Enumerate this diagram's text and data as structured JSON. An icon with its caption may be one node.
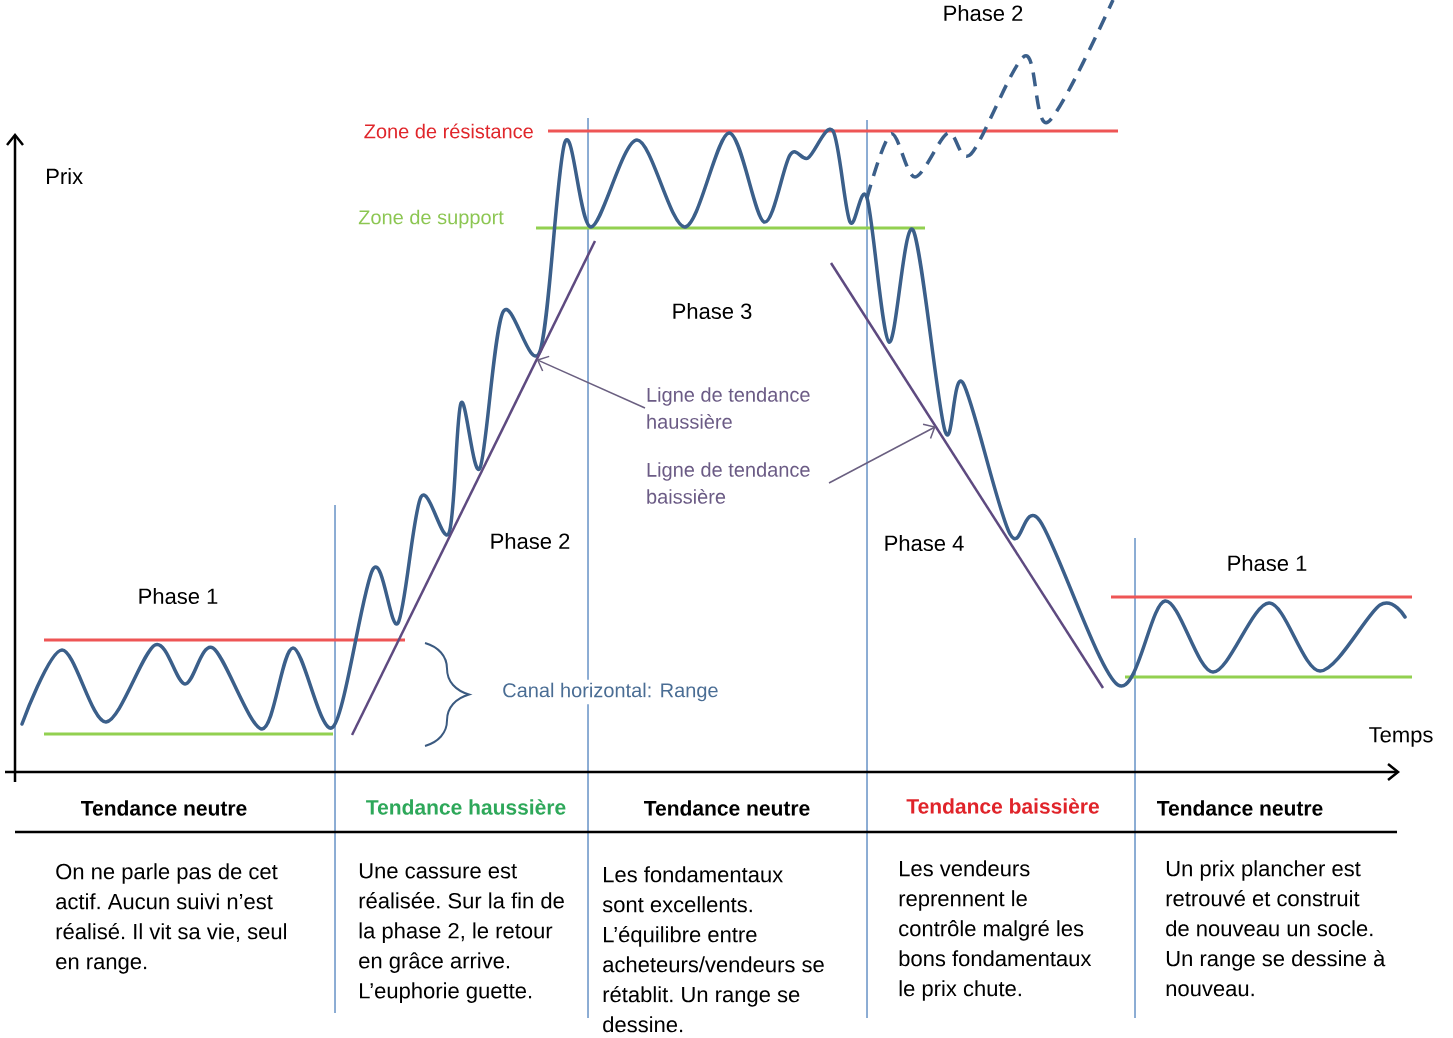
{
  "diagram": {
    "nodes": [
      {
        "text": [
          "Ligne de tendance haussière"
        ]
      },
      {
        "text": [],
        "shape": "line"
      },
      {
        "text": [
          "Ligne de tendance baissière"
        ]
      },
      {
        "text": [],
        "shape": "line"
      }
    ],
    "edges": [
      {
        "from": 0,
        "to": 1,
        "arrow": "to"
      },
      {
        "from": 2,
        "to": 3,
        "arrow": "to"
      }
    ],
    "labels": [
      "Phase 2",
      "Zone de résistance",
      "Prix",
      "Zone de support",
      "Phase 3",
      "Phase 2",
      "Phase 4",
      "Phase 1",
      "Phase 1",
      "Canal horizontal: Range",
      "Temps",
      "Tendance neutre",
      "Tendance haussière",
      "Tendance neutre",
      "Tendance baissière",
      "Tendance neutre",
      "On ne parle pas de cet actif. Aucun suivi n’est réalisé. Il vit sa vie, seul en range.",
      "Une cassure est réalisée. Sur la fin de la phase 2, le retour en grâce arrive. L’euphorie guette.",
      "Les fondamentaux sont excellents. L’équilibre entre acheteurs/vendeurs se rétablit. Un range se dessine.",
      "Les vendeurs reprennent le contrôle malgré les bons fondamentaux le prix chute.",
      "Un prix plancher est retrouvé et construit de nouveau un socle. Un range se dessine à nouveau."
    ]
  }
}
